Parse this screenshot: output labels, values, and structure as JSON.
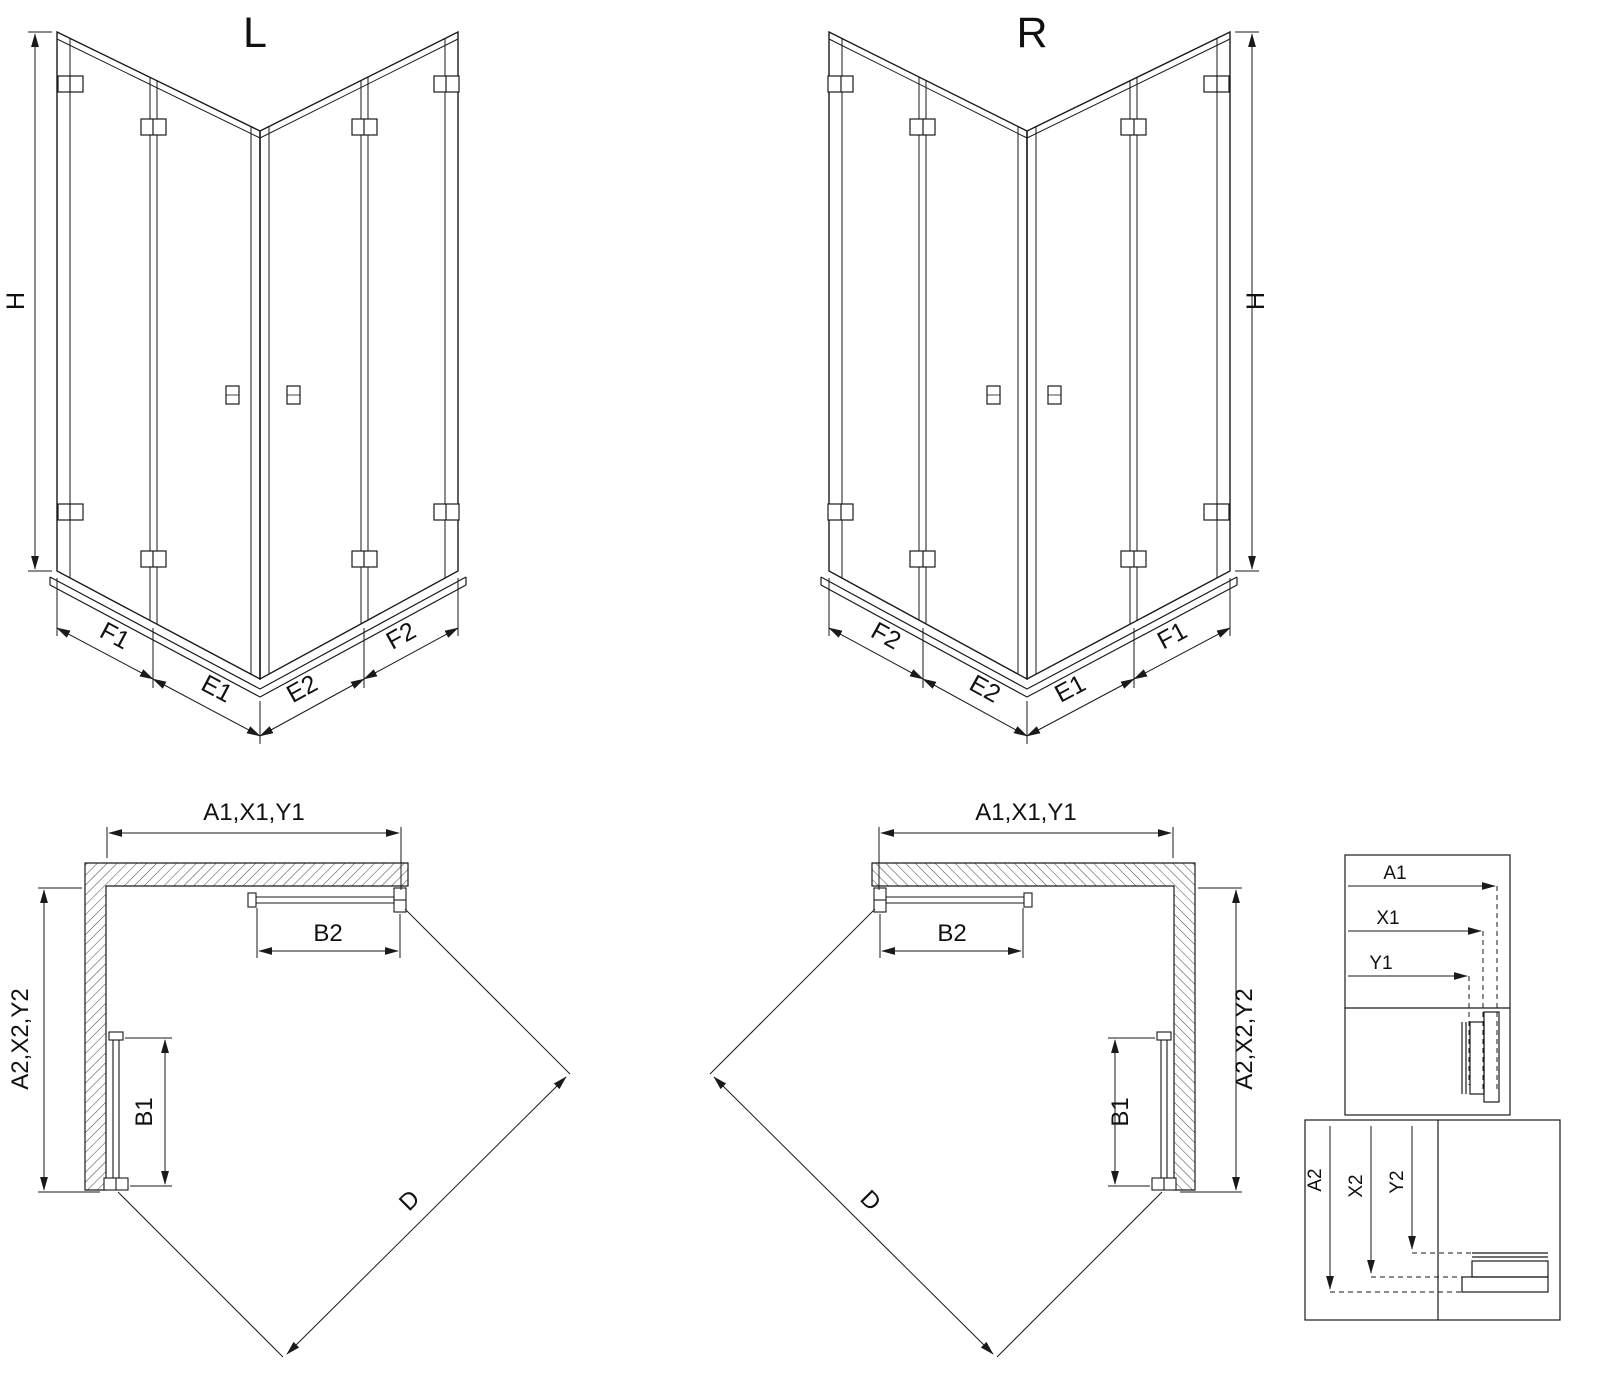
{
  "drawing": {
    "iso_left": {
      "title": "L",
      "height_label": "H",
      "bottom_dims": [
        "F1",
        "E1",
        "E2",
        "F2"
      ]
    },
    "iso_right": {
      "title": "R",
      "height_label": "H",
      "bottom_dims": [
        "F2",
        "E2",
        "E1",
        "F1"
      ]
    },
    "plan_left": {
      "width_label": "A1,X1,Y1",
      "depth_label": "A2,X2,Y2",
      "door_top_label": "B2",
      "door_side_label": "B1",
      "diagonal_label": "D"
    },
    "plan_right": {
      "width_label": "A1,X1,Y1",
      "depth_label": "A2,X2,Y2",
      "door_top_label": "B2",
      "door_side_label": "B1",
      "diagonal_label": "D"
    },
    "detail_width": {
      "dims": [
        "A1",
        "X1",
        "Y1"
      ]
    },
    "detail_depth": {
      "dims": [
        "A2",
        "X2",
        "Y2"
      ]
    }
  },
  "colors": {
    "line": "#1a1a1a",
    "background": "#ffffff"
  }
}
